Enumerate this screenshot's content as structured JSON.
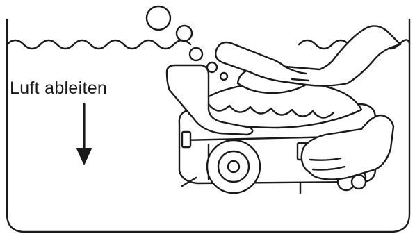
{
  "instruction": {
    "label": "Luft ableiten",
    "arrow_direction": "down"
  },
  "scene": {
    "objects": [
      "pool-tank",
      "water-surface",
      "air-bubbles",
      "pool-robot",
      "left-hand",
      "right-hand"
    ],
    "bubble_count": 5
  },
  "colors": {
    "ink": "#1a1a1a",
    "background": "#ffffff"
  }
}
